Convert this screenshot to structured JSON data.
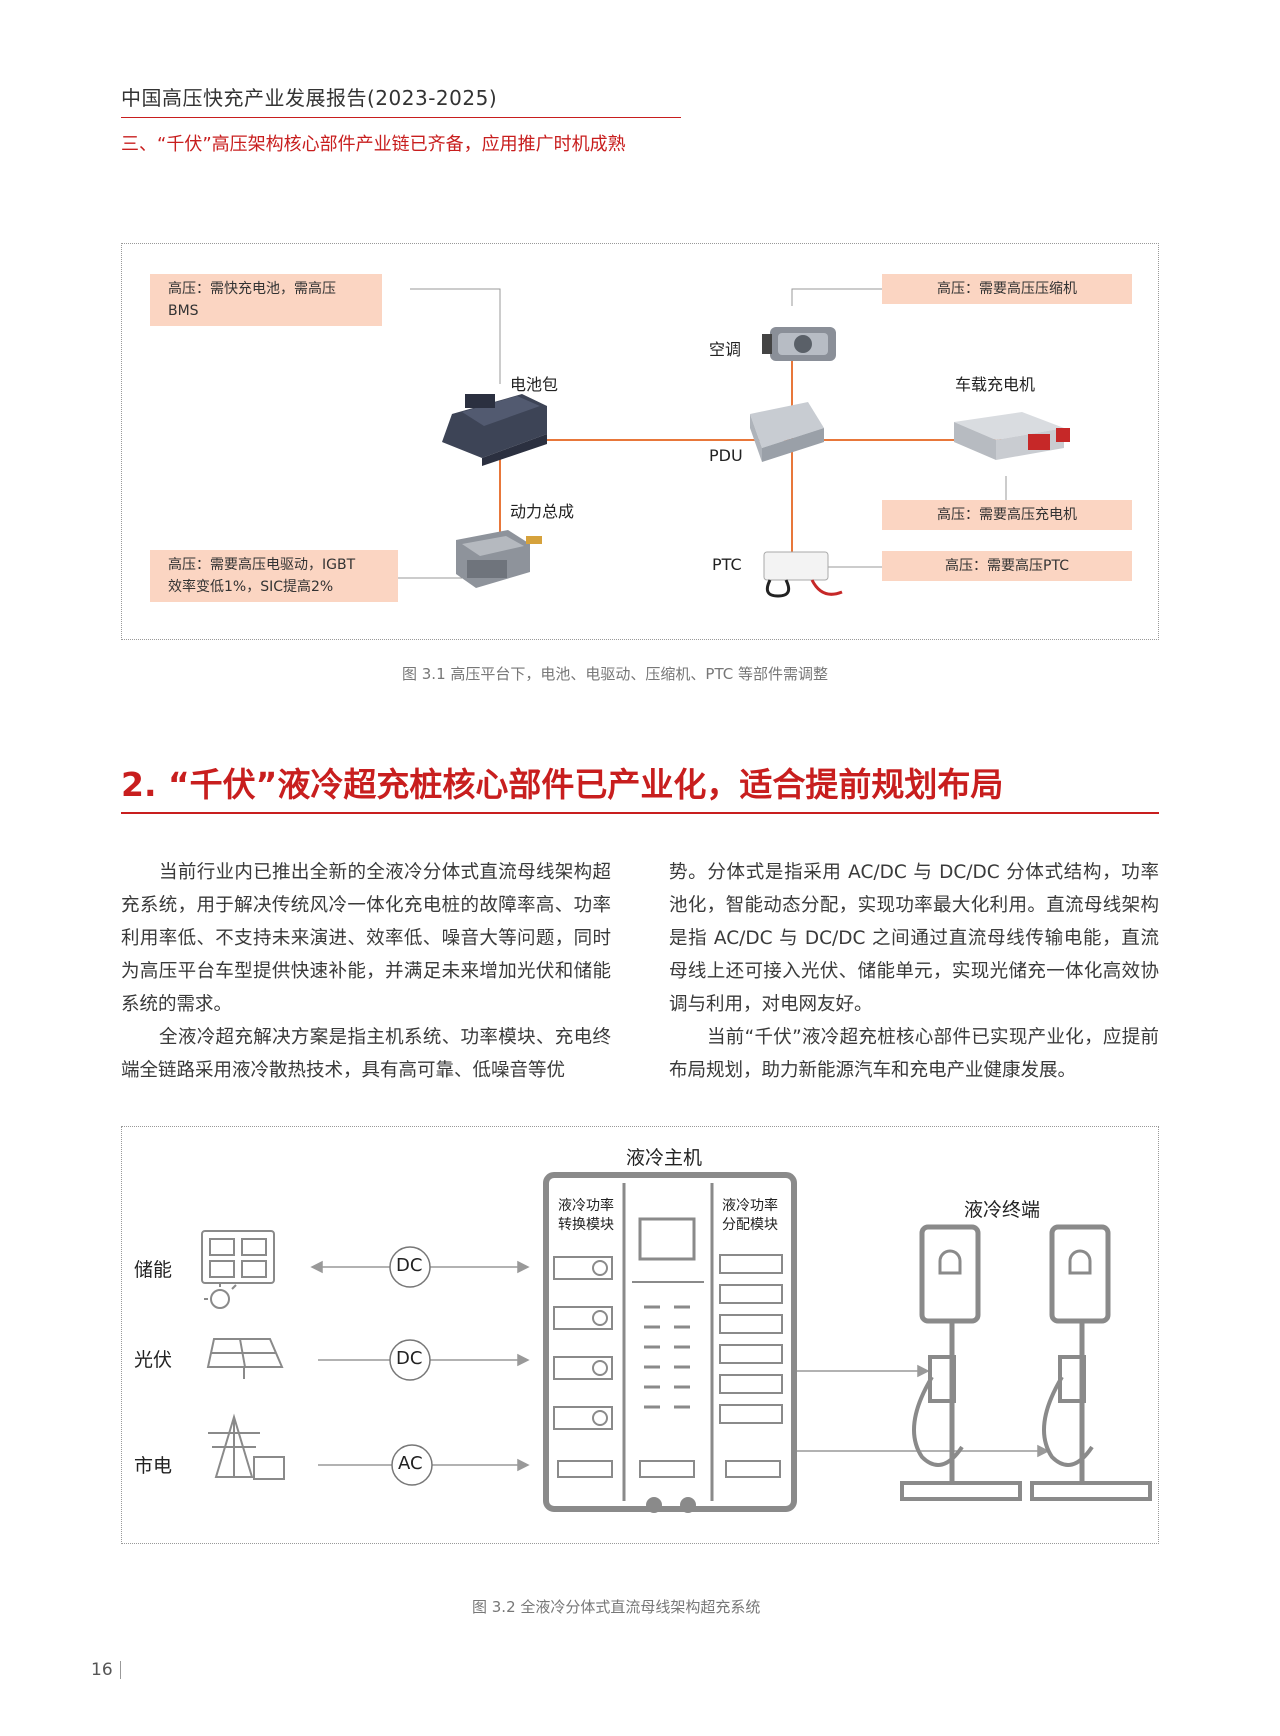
{
  "header": {
    "report_title": "中国高压快充产业发展报告(2023-2025)",
    "section_subtitle": "三、“千伏”高压架构核心部件产业链已齐备，应用推广时机成熟"
  },
  "figure1": {
    "tags": {
      "battery": "高压：需快充电池，需高压BMS",
      "compressor": "高压：需要高压压缩机",
      "charger": "高压：需要高压充电机",
      "ptc": "高压：需要高压PTC",
      "drive_line1": "高压：需要高压电驱动，IGBT",
      "drive_line2": "效率变低1%，SIC提高2%"
    },
    "labels": {
      "battery_pack": "电池包",
      "aircon": "空调",
      "pdu": "PDU",
      "onboard_charger": "车载充电机",
      "powertrain": "动力总成",
      "ptc": "PTC"
    },
    "caption": "图 3.1 高压平台下，电池、电驱动、压缩机、PTC 等部件需调整",
    "colors": {
      "line": "#e8773a",
      "tag_bg": "#fbd5c2",
      "connector": "#999999"
    }
  },
  "section": {
    "heading": "2. “千伏”液冷超充桩核心部件已产业化，适合提前规划布局"
  },
  "body": {
    "left_p1": "当前行业内已推出全新的全液冷分体式直流母线架构超充系统，用于解决传统风冷一体化充电桩的故障率高、功率利用率低、不支持未来演进、效率低、噪音大等问题，同时为高压平台车型提供快速补能，并满足未来增加光伏和储能系统的需求。",
    "left_p2": "全液冷超充解决方案是指主机系统、功率模块、充电终端全链路采用液冷散热技术，具有高可靠、低噪音等优",
    "right_p1": "势。分体式是指采用 AC/DC 与 DC/DC 分体式结构，功率池化，智能动态分配，实现功率最大化利用。直流母线架构是指 AC/DC 与 DC/DC 之间通过直流母线传输电能，直流母线上还可接入光伏、储能单元，实现光储充一体化高效协调与利用，对电网友好。",
    "right_p2": "当前“千伏”液冷超充桩核心部件已实现产业化，应提前布局规划，助力新能源汽车和充电产业健康发展。"
  },
  "figure2": {
    "host_title": "液冷主机",
    "terminal_title": "液冷终端",
    "module_left_l1": "液冷功率",
    "module_left_l2": "转换模块",
    "module_right_l1": "液冷功率",
    "module_right_l2": "分配模块",
    "sources": [
      "储能",
      "光伏",
      "市电"
    ],
    "links": [
      "DC",
      "DC",
      "AC"
    ],
    "caption": "图 3.2 全液冷分体式直流母线架构超充系统",
    "icons": [
      "battery-storage-icon",
      "solar-panel-icon",
      "power-grid-icon",
      "charging-post-icon"
    ]
  },
  "footer": {
    "page_number": "16"
  }
}
